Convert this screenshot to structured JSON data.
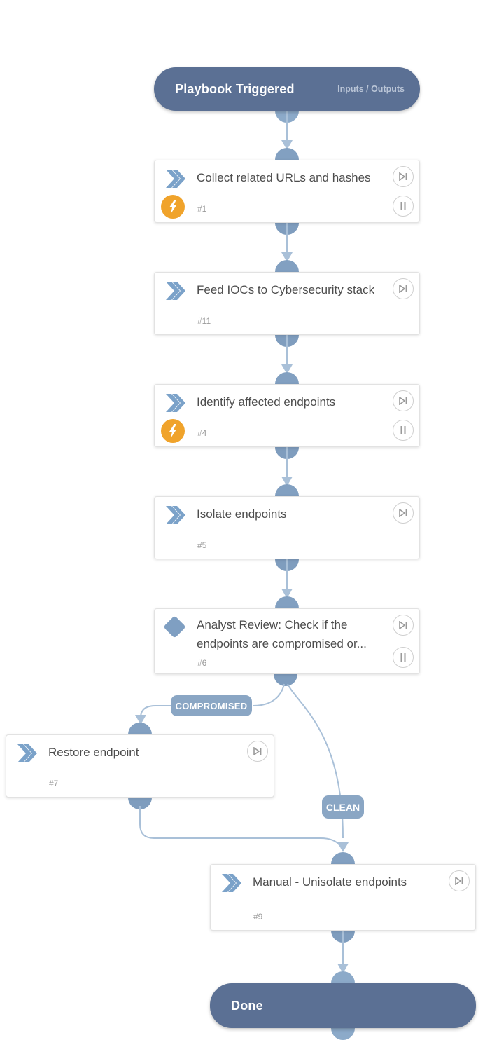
{
  "header": {
    "title": "Playbook Triggered",
    "right_label": "Inputs / Outputs"
  },
  "nodes": [
    {
      "id": "#1",
      "title": "Collect related URLs and hashes",
      "type_icon": "chevron-double-right-icon",
      "has_automation_bolt": true,
      "controls": [
        "skip",
        "pause"
      ]
    },
    {
      "id": "#11",
      "title": "Feed IOCs to Cybersecurity stack",
      "type_icon": "chevron-double-right-icon",
      "has_automation_bolt": false,
      "controls": [
        "skip"
      ]
    },
    {
      "id": "#4",
      "title": "Identify affected endpoints",
      "type_icon": "chevron-double-right-icon",
      "has_automation_bolt": true,
      "controls": [
        "skip",
        "pause"
      ]
    },
    {
      "id": "#5",
      "title": "Isolate endpoints",
      "type_icon": "chevron-double-right-icon",
      "has_automation_bolt": false,
      "controls": [
        "skip"
      ]
    },
    {
      "id": "#6",
      "title": "Analyst Review: Check if the endpoints are compromised or...",
      "type_icon": "diamond-condition-icon",
      "has_automation_bolt": false,
      "controls": [
        "skip",
        "pause"
      ]
    },
    {
      "id": "#7",
      "title": "Restore endpoint",
      "type_icon": "chevron-double-right-icon",
      "has_automation_bolt": false,
      "controls": [
        "skip"
      ]
    },
    {
      "id": "#9",
      "title": "Manual - Unisolate endpoints",
      "type_icon": "chevron-double-right-icon",
      "has_automation_bolt": false,
      "controls": [
        "skip"
      ]
    }
  ],
  "branch_labels": {
    "compromised": "COMPROMISED",
    "clean": "CLEAN"
  },
  "footer": {
    "title": "Done"
  },
  "colors": {
    "pill_background": "#5b7094",
    "badge_background": "#8aa6c4",
    "connector_dome": "#7f9dbe",
    "connector_dome_light": "#8caac9",
    "connector_line": "#a9c0d8",
    "task_icon_blue": "#7ba2c9",
    "automation_bolt_orange": "#f0a32b",
    "title_text": "#4d4d4d",
    "task_number_text": "#9b9b9b"
  }
}
